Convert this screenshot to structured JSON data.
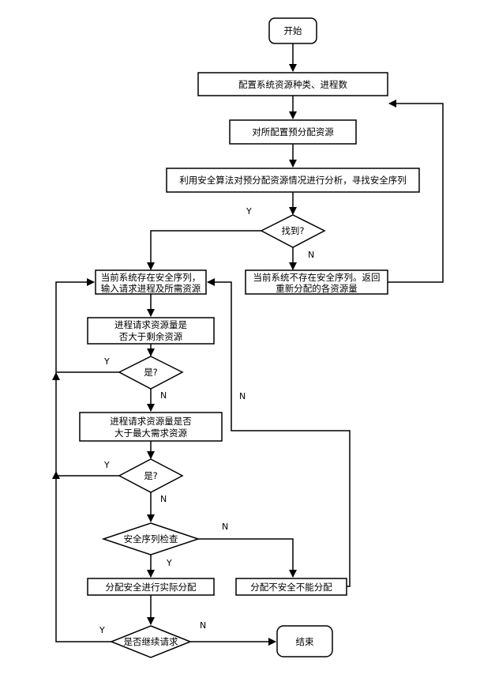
{
  "nodes": {
    "start": "开始",
    "config": "配置系统资源种类、进程数",
    "prealloc": "对所配置预分配资源",
    "analyze": "利用安全算法对预分配资源情况进行分析，寻找安全序列",
    "found": "找到?",
    "has_seq_1": "当前系统存在安全序列，",
    "has_seq_2": "输入请求进程及所需资源",
    "no_seq_1": "当前系统不存在安全序列。返回",
    "no_seq_2": "重新分配的各资源量",
    "check_remain_1": "进程请求资源量是",
    "check_remain_2": "否大于剩余资源",
    "is1": "是?",
    "check_max_1": "进程请求资源量是否",
    "check_max_2": "大于最大需求资源",
    "is2": "是?",
    "safety_check": "安全序列检查",
    "alloc_ok": "分配安全进行实际分配",
    "alloc_bad": "分配不安全不能分配",
    "continue": "是否继续请求",
    "end": "结束"
  },
  "labels": {
    "found_yes": "Y",
    "found_no": "N",
    "is1_yes": "Y",
    "is1_no": "N",
    "is2_yes": "Y",
    "is2_no": "N",
    "safety_no": "N",
    "safety_yes": "Y",
    "unsafe_no": "N",
    "cont_yes": "Y",
    "cont_no": "N"
  }
}
